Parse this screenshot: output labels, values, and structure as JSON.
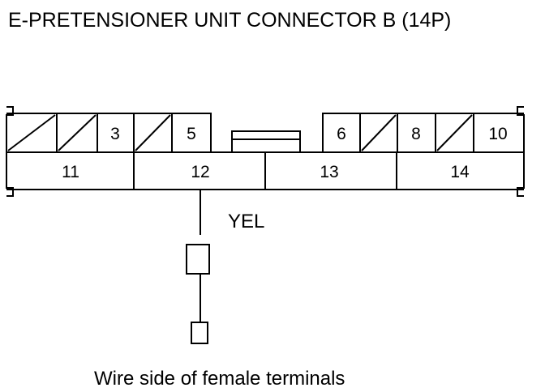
{
  "title": "E-PRETENSIONER UNIT CONNECTOR B (14P)",
  "connector": {
    "top_left_cells": [
      {
        "label": "",
        "empty": true
      },
      {
        "label": "",
        "empty": true
      },
      {
        "label": "3",
        "empty": false
      },
      {
        "label": "",
        "empty": true
      },
      {
        "label": "5",
        "empty": false
      }
    ],
    "top_right_cells": [
      {
        "label": "6",
        "empty": false
      },
      {
        "label": "",
        "empty": true
      },
      {
        "label": "8",
        "empty": false
      },
      {
        "label": "",
        "empty": true
      },
      {
        "label": "10",
        "empty": false
      }
    ],
    "bottom_cells": [
      {
        "label": "11"
      },
      {
        "label": "12"
      },
      {
        "label": "13"
      },
      {
        "label": "14"
      }
    ]
  },
  "wire": {
    "terminal": "12",
    "color_label": "YEL"
  },
  "caption": "Wire side of female terminals"
}
